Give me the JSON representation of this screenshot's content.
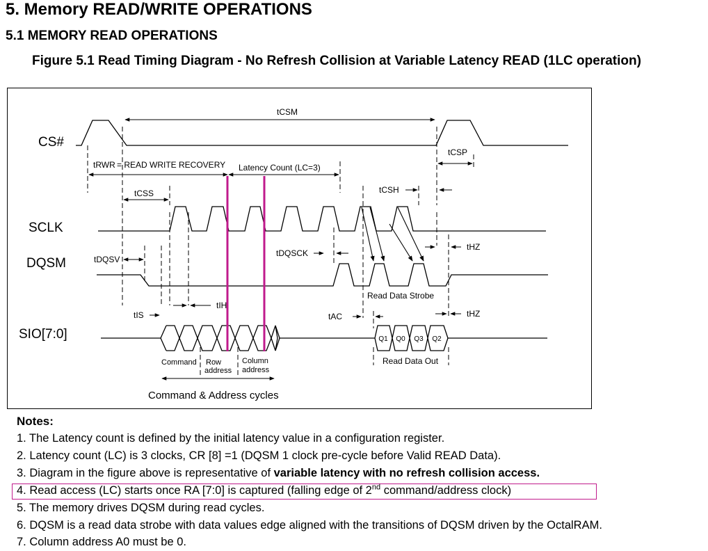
{
  "section_title": "5. Memory READ/WRITE OPERATIONS",
  "subsection_title": "5.1 MEMORY READ OPERATIONS",
  "figure_caption": "Figure 5.1 Read Timing Diagram - No Refresh Collision at Variable Latency READ (1LC operation)",
  "diagram": {
    "signals": {
      "cs": "CS#",
      "sclk": "SCLK",
      "dqsm": "DQSM",
      "sio": "SIO[7:0]"
    },
    "timing_labels": {
      "tcsm": "tCSM",
      "tcsp": "tCSP",
      "trwr": "tRWR",
      "rwr": "= READ WRITE RECOVERY",
      "latency": "Latency Count (LC=3)",
      "tcss": "tCSS",
      "tcsh": "tCSH",
      "tdqsv": "tDQSV",
      "tdqsck": "tDQSCK",
      "thz1": "tHZ",
      "thz2": "tHZ",
      "tis": "tIS",
      "tih": "tIH",
      "tac": "tAC"
    },
    "strobe_label": "Read Data Strobe",
    "data_cells": [
      "Q1",
      "Q0",
      "Q3",
      "Q2"
    ],
    "data_out_label": "Read Data Out",
    "phases": {
      "command": "Command",
      "row1": "Row",
      "row2": "address",
      "col1": "Column",
      "col2": "address"
    },
    "cycles_label": "Command & Address cycles",
    "highlight_color": "#c01a8c"
  },
  "notes": {
    "title": "Notes:",
    "n1": "1. The Latency count is defined by the initial latency value in a configuration register.",
    "n2": "2. Latency count (LC) is 3 clocks, CR [8] =1 (DQSM 1 clock pre-cycle before Valid READ Data).",
    "n3_a": "3. Diagram in the figure above is representative of ",
    "n3_b": "variable latency with no refresh collision access.",
    "n4_a": "4. Read access (LC) starts once RA [7:0] is captured (falling edge of 2",
    "n4_sup": "nd",
    "n4_b": " command/address clock)",
    "n5": "5. The memory drives DQSM during read cycles.",
    "n6": "6. DQSM is a read data strobe with data values edge aligned with the transitions of DQSM driven by the OctalRAM.",
    "n7": "7. Column address A0 must be 0."
  }
}
